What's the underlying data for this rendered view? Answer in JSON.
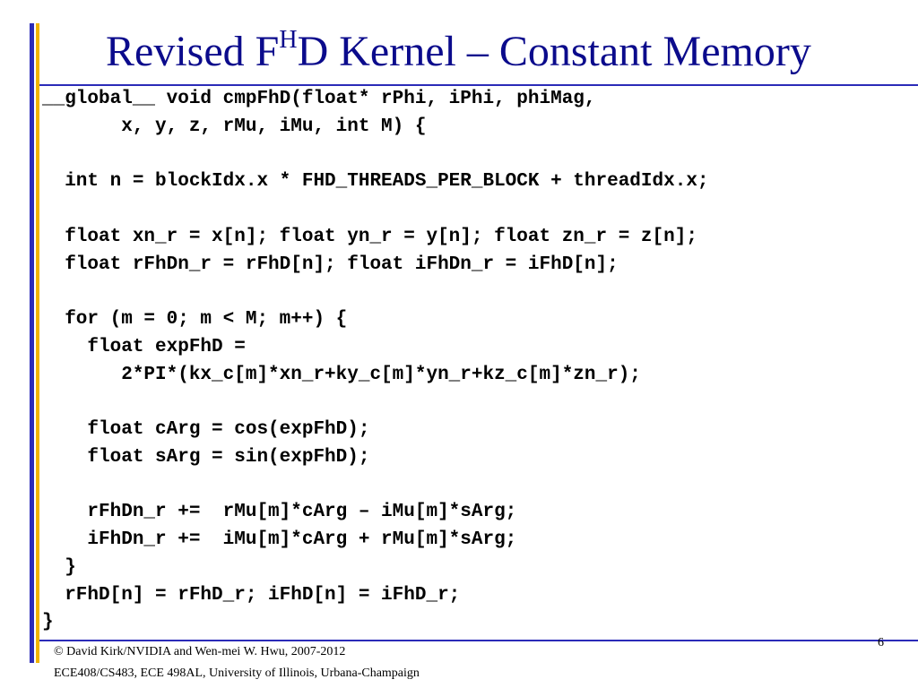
{
  "slide": {
    "title_prefix": "Revised F",
    "title_superscript": "H",
    "title_suffix": "D Kernel – Constant Memory",
    "code_lines": [
      "__global__ void cmpFhD(float* rPhi, iPhi, phiMag,",
      "       x, y, z, rMu, iMu, int M) {",
      "",
      "  int n = blockIdx.x * FHD_THREADS_PER_BLOCK + threadIdx.x;",
      "",
      "  float xn_r = x[n]; float yn_r = y[n]; float zn_r = z[n];",
      "  float rFhDn_r = rFhD[n]; float iFhDn_r = iFhD[n];",
      "",
      "  for (m = 0; m < M; m++) {",
      "    float expFhD =",
      "       2*PI*(kx_c[m]*xn_r+ky_c[m]*yn_r+kz_c[m]*zn_r);",
      "",
      "    float cArg = cos(expFhD);",
      "    float sArg = sin(expFhD);",
      "",
      "    rFhDn_r +=  rMu[m]*cArg – iMu[m]*sArg;",
      "    iFhDn_r +=  iMu[m]*cArg + rMu[m]*sArg;",
      "  }",
      "  rFhD[n] = rFhD_r; iFhD[n] = iFhD_r;",
      "}"
    ],
    "footer_line1": "© David Kirk/NVIDIA and Wen-mei W. Hwu, 2007-2012",
    "footer_line2": "ECE408/CS483, ECE 498AL, University of Illinois, Urbana-Champaign",
    "page_number": "6"
  },
  "colors": {
    "title": "#0b0b8c",
    "accent_blue": "#2b2bb8",
    "accent_gold": "#f0b400"
  }
}
